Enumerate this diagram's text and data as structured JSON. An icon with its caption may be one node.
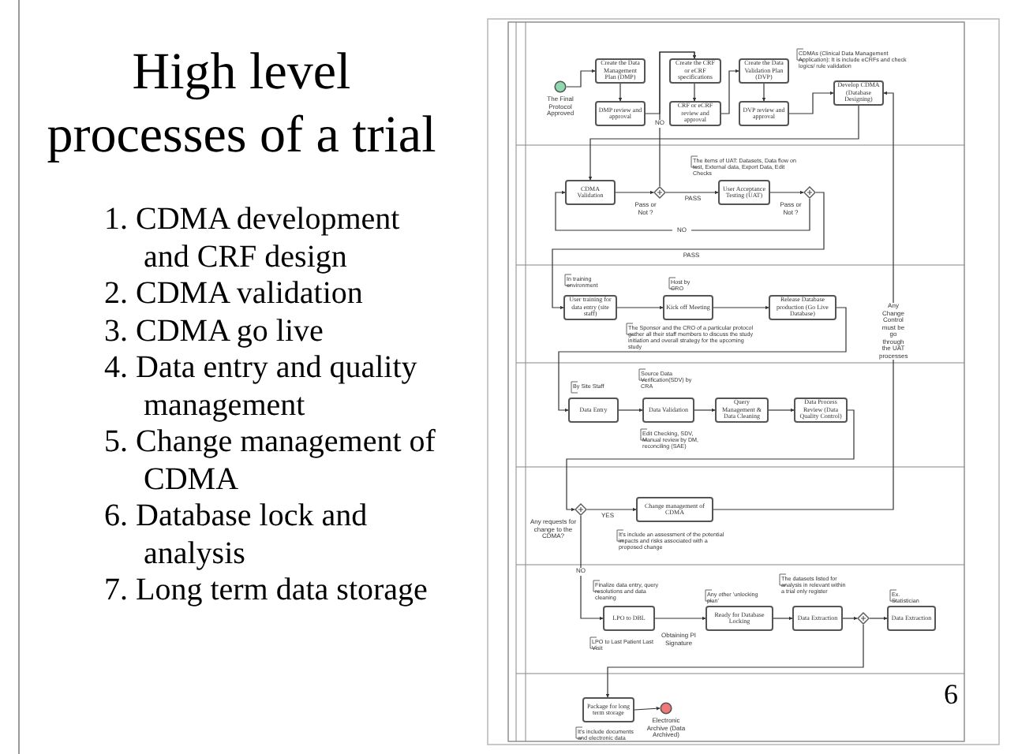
{
  "diagram": {
    "title": "High level processes of a trial",
    "nodes": [
      {
        "text": [],
        "shape": "circle",
        "beside": [
          "The Final Protocol Approved"
        ]
      },
      {
        "text": [
          "Create the Data Management Plan (DMP)"
        ]
      },
      {
        "text": [
          "DMP review and approval"
        ]
      },
      {
        "text": [
          "Create the CRF or eCRF specifications"
        ]
      },
      {
        "text": [
          "CRF or eCRF review and approval"
        ]
      },
      {
        "text": [
          "Create the Data Validation Plan (DVP)"
        ]
      },
      {
        "text": [
          "DVP review and approval"
        ]
      },
      {
        "text": [
          "Develop CDMA (Database Designing)"
        ]
      },
      {
        "text": [
          "CDMA Validation"
        ]
      },
      {
        "text": [],
        "shape": "diamond",
        "beside": [
          "Pass or Not ?"
        ]
      },
      {
        "text": [
          "User Acceptance Testing (UAT)"
        ]
      },
      {
        "text": [],
        "shape": "diamond",
        "beside": [
          "Pass or Not ?"
        ]
      },
      {
        "text": [
          "User training for data entry (site staff)"
        ]
      },
      {
        "text": [
          "Kick off Meeting"
        ],
        "beside": [
          "Host by CRO"
        ]
      },
      {
        "text": [
          "Release Database production (Go Live Database)"
        ]
      },
      {
        "text": [
          "Data Entry"
        ]
      },
      {
        "text": [
          "Data Validation"
        ]
      },
      {
        "text": [
          "Query Management & Data Cleaning"
        ]
      },
      {
        "text": [
          "Data Process Review (Data Quality Control)"
        ]
      },
      {
        "text": [],
        "shape": "diamond",
        "beside": [
          "Any requests for change to the CDMA?"
        ]
      },
      {
        "text": [
          "Change management of CDMA"
        ]
      },
      {
        "text": [
          "LPO to DBL"
        ],
        "beside": [
          "Finalize data entry, query resolutions and data cleaning"
        ]
      },
      {
        "text": [
          "Ready for Database Locking"
        ],
        "beside": [
          "Any other 'unlocking plan'"
        ]
      },
      {
        "text": [
          "Data Extraction"
        ]
      },
      {
        "text": [],
        "shape": "diamond"
      },
      {
        "text": [
          "Data Extraction"
        ],
        "beside": [
          "Ex. Statistician"
        ]
      },
      {
        "text": [
          "Package for long term storage"
        ]
      },
      {
        "text": [],
        "shape": "circle",
        "beside": [
          "Electronic Archive (Data Archived)"
        ]
      }
    ],
    "edges": [
      {
        "from": 0,
        "to": 1,
        "arrow": "to"
      },
      {
        "from": 1,
        "to": 2,
        "arrow": "to"
      },
      {
        "from": 2,
        "to": 3,
        "arrow": "to"
      },
      {
        "from": 3,
        "to": 4,
        "arrow": "to"
      },
      {
        "from": 4,
        "to": 5,
        "arrow": "to"
      },
      {
        "from": 5,
        "to": 6,
        "arrow": "to"
      },
      {
        "from": 6,
        "to": 7,
        "arrow": "to"
      },
      {
        "from": 7,
        "to": 8,
        "arrow": "to"
      },
      {
        "from": 8,
        "to": 9,
        "arrow": "to"
      },
      {
        "from": 9,
        "to": 10,
        "label": "PASS",
        "arrow": "to"
      },
      {
        "from": 9,
        "to": 3,
        "label": "NO",
        "arrow": "to"
      },
      {
        "from": 10,
        "to": 11,
        "arrow": "to"
      },
      {
        "from": 11,
        "to": 8,
        "label": "NO",
        "arrow": "to"
      },
      {
        "from": 11,
        "to": 12,
        "label": "PASS",
        "arrow": "to"
      },
      {
        "from": 12,
        "to": 13,
        "arrow": "to"
      },
      {
        "from": 13,
        "to": 14,
        "arrow": "to"
      },
      {
        "from": 14,
        "to": 15,
        "arrow": "to"
      },
      {
        "from": 15,
        "to": 16,
        "arrow": "to"
      },
      {
        "from": 16,
        "to": 17,
        "arrow": "to"
      },
      {
        "from": 17,
        "to": 18,
        "arrow": "to"
      },
      {
        "from": 18,
        "to": 19,
        "arrow": "to"
      },
      {
        "from": 19,
        "to": 20,
        "label": "YES",
        "arrow": "to"
      },
      {
        "from": 20,
        "to": 7,
        "label": "Any Change Control must be go through the UAT processes",
        "arrow": "to"
      },
      {
        "from": 19,
        "to": 21,
        "label": "NO",
        "arrow": "to"
      },
      {
        "from": 21,
        "to": 22,
        "label": "Obtaining PI Signature",
        "arrow": "to"
      },
      {
        "from": 22,
        "to": 23,
        "arrow": "to"
      },
      {
        "from": 23,
        "to": 24,
        "arrow": "to"
      },
      {
        "from": 24,
        "to": 25,
        "arrow": "to"
      },
      {
        "from": 24,
        "to": 26,
        "arrow": "to"
      },
      {
        "from": 26,
        "to": 27,
        "arrow": "to"
      }
    ],
    "labels": [
      "1. CDMA development and CRF design",
      "2. CDMA validation",
      "3. CDMA go live",
      "4. Data entry and quality management",
      "5. Change management of CDMA",
      "6. Database lock and analysis",
      "7. Long term data storage",
      "CDMAs (Clinical Data Management Application): It is include eCRFs and check logics/ rule validation",
      "The items of UAT: Datasets, Data flow on test, External data, Export Data, Edit Checks",
      "In training environment",
      "The Sponsor and the CRO of a particular protocol gather all their staff members to discuss the study initiation and overall strategy for the upcoming study",
      "By Site Staff",
      "Source Data Verification(SDV) by CRA",
      "Edit Checking, SDV, Manual review by DM, reconciling (SAE)",
      "It's include an assessment of the potential impacts and risks associated with a proposed change",
      "The datasets listed for analysis in relevant within a trial only register",
      "LPO to Last Patient Last Visit",
      "It's include documents and electronic data",
      "6"
    ]
  }
}
